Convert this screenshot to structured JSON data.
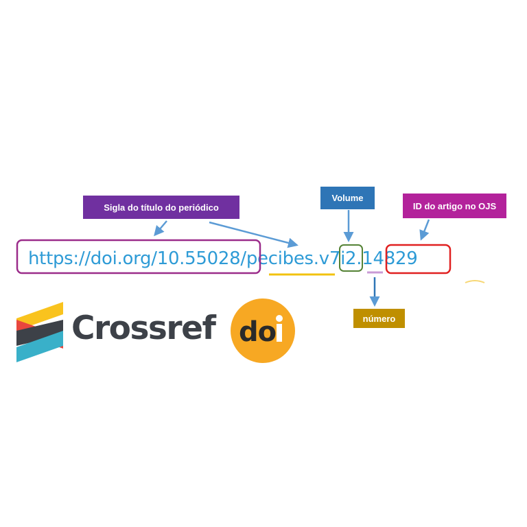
{
  "labels": {
    "sigla": "Sigla do título do periódico",
    "volume": "Volume",
    "id_artigo": "ID do artigo no OJS",
    "numero": "número"
  },
  "doi_url": {
    "prefix": "https://doi.org/10.55028",
    "slash": "/",
    "journal": "pecibes",
    "dot1": ".",
    "volume": "v7",
    "issue": "i2",
    "dot2": ".",
    "article_id": "14829"
  },
  "logos": {
    "crossref": "Crossref",
    "doi": "doi"
  },
  "colors": {
    "sigla_box": "#7030a0",
    "volume_box": "#2e75b6",
    "id_box": "#b3229b",
    "numero_box": "#bf8f00",
    "doi_text": "#2e9bd6",
    "prefix_frame": "#9b2c8a",
    "volume_frame": "#548235",
    "id_frame": "#e02020",
    "journal_underline": "#f2c20f",
    "issue_underline": "#c99bd6",
    "arrow": "#5b9bd5",
    "doi_logo_circle": "#f7a823"
  },
  "icons": [
    "crossref-logo-icon",
    "doi-logo-icon"
  ]
}
